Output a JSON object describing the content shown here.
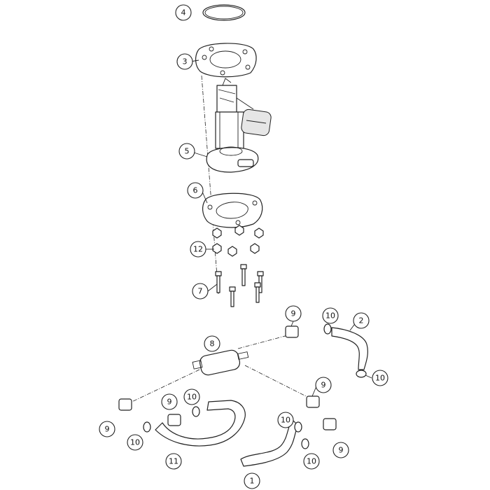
{
  "callouts": [
    {
      "id": "c4",
      "label": "4"
    },
    {
      "id": "c3",
      "label": "3"
    },
    {
      "id": "c5",
      "label": "5"
    },
    {
      "id": "c6",
      "label": "6"
    },
    {
      "id": "c12",
      "label": "12"
    },
    {
      "id": "c7",
      "label": "7"
    },
    {
      "id": "c9a",
      "label": "9"
    },
    {
      "id": "c10a",
      "label": "10"
    },
    {
      "id": "c2",
      "label": "2"
    },
    {
      "id": "c8",
      "label": "8"
    },
    {
      "id": "c10b",
      "label": "10"
    },
    {
      "id": "c9b",
      "label": "9"
    },
    {
      "id": "c9c",
      "label": "9"
    },
    {
      "id": "c10c",
      "label": "10"
    },
    {
      "id": "c9d",
      "label": "9"
    },
    {
      "id": "c10d",
      "label": "10"
    },
    {
      "id": "c11",
      "label": "11"
    },
    {
      "id": "c10e",
      "label": "10"
    },
    {
      "id": "c9e",
      "label": "9"
    },
    {
      "id": "c10f",
      "label": "10"
    },
    {
      "id": "c1",
      "label": "1"
    }
  ]
}
